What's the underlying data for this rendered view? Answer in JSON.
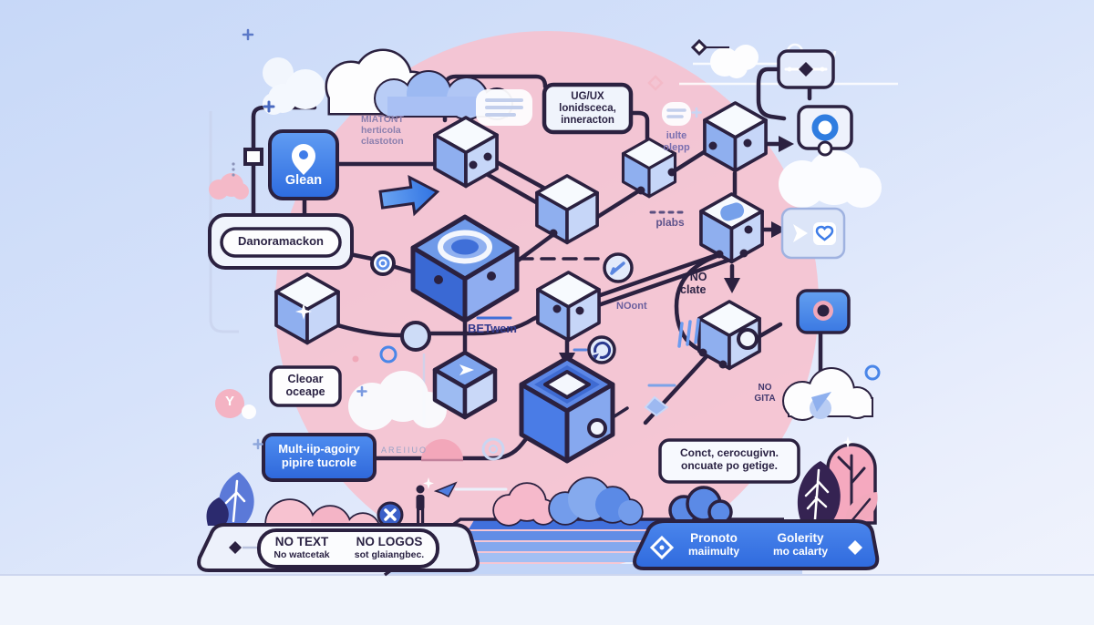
{
  "scene": {
    "bg_top": "#c7d8f8",
    "bg_bottom": "#f1f4fd",
    "pink_circle": "#f6c2cf",
    "outline": "#2b2140",
    "accent_blue": "#3f7ce8",
    "cube_top": "#f7fafe",
    "cube_front": "#8fafef",
    "cube_side": "#c6d6f8",
    "deep_blue": "#3a69d4",
    "text_dark": "#2b2344",
    "text_purple": "#7a6fb0"
  },
  "labels": {
    "glean": "Glean",
    "miatont": [
      "MIATONT",
      "herticola",
      "clastoton"
    ],
    "danoramackon": "Danoramackon",
    "ugux": [
      "UG/UX",
      "lonidsceca,",
      "inneracton"
    ],
    "iulte": [
      "iulte",
      "olepp"
    ],
    "plabs": "plabs",
    "noont": "NOont",
    "no_clate": [
      "+ NO",
      "clate"
    ],
    "no_gita": [
      "NO",
      "GITA"
    ],
    "betwem": "BETwem",
    "cleoar": [
      "Cleoar",
      "oceape"
    ],
    "mult": [
      "Mult-iip-agoiry",
      "pipire tucrole"
    ],
    "conct": [
      "Conct, cerocugivn.",
      "oncuate po getige."
    ],
    "areiuo": "AREIIUO",
    "y_badge": "Y"
  },
  "banners": {
    "left": {
      "col1_title": "NO TEXT",
      "col1_sub": "No watcetak",
      "col2_title": "NO LOGOS",
      "col2_sub": "sot glaiangbec."
    },
    "right": {
      "col1_title": "Pronoto",
      "col1_sub": "maiimulty",
      "col2_title": "Golerity",
      "col2_sub": "mo calarty"
    }
  },
  "icons": {
    "location_pin": "pin",
    "diamond_node": "◆",
    "ring": "◎",
    "arrow_right": "➤",
    "heart_check": "♥",
    "camera_lens": "◉",
    "bullseye": "◎",
    "pencil": "✎",
    "refresh": "↻",
    "sparkle": "✦",
    "paper_plane": "➤",
    "person": "silhouette",
    "x_badge": "✕",
    "plus": "+"
  }
}
